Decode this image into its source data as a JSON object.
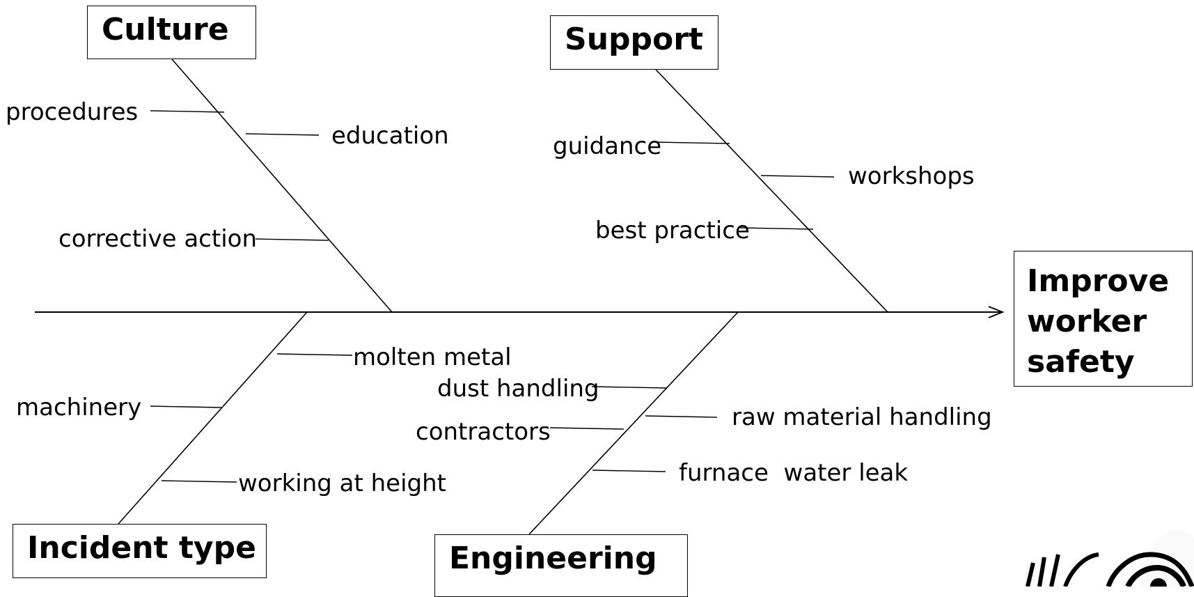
{
  "effect": {
    "lines": [
      "Improve",
      "worker",
      "safety"
    ]
  },
  "categories": {
    "culture": {
      "title": "Culture",
      "causes": {
        "procedures": "procedures",
        "education": "education",
        "corrective_action": "corrective action"
      }
    },
    "support": {
      "title": "Support",
      "causes": {
        "guidance": "guidance",
        "workshops": "workshops",
        "best_practice": "best practice"
      }
    },
    "incident_type": {
      "title": "Incident type",
      "causes": {
        "molten_metal": "molten metal",
        "machinery": "machinery",
        "working_at_height": "working at height"
      }
    },
    "engineering": {
      "title": "Engineering",
      "causes": {
        "dust_handling": "dust handling",
        "raw_material_handling": "raw material handling",
        "contractors": "contractors",
        "furnace_water_leak": "furnace  water leak"
      }
    }
  },
  "colors": {
    "stroke": "#000000",
    "background": "#ffffff"
  }
}
